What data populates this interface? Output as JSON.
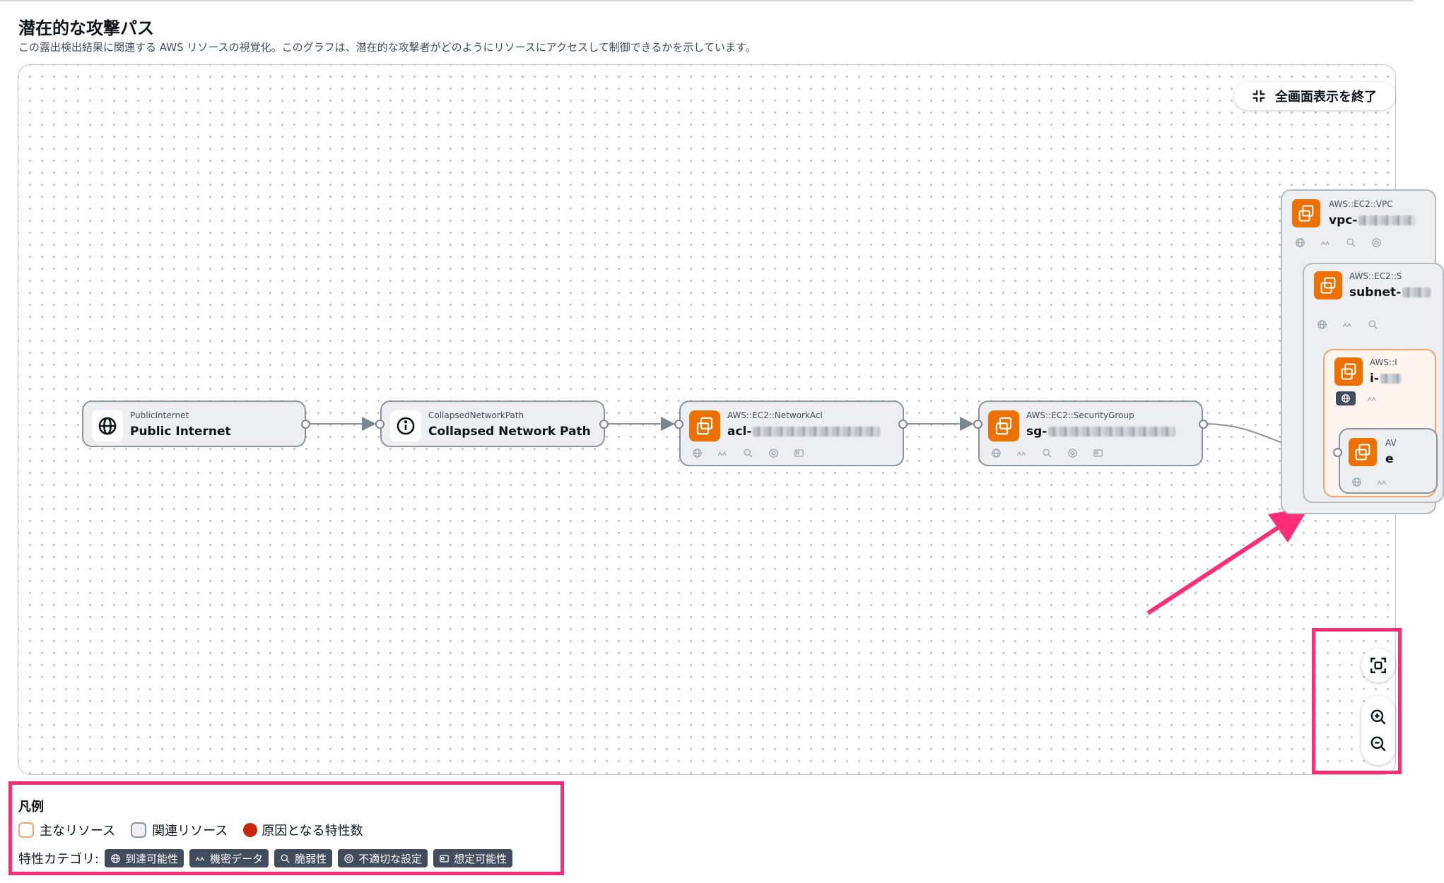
{
  "page": {
    "title": "潜在的な攻撃パス",
    "description": "この露出検出結果に関連する AWS リソースの視覚化。このグラフは、潜在的な攻撃者がどのようにリソースにアクセスして制御できるかを示しています。"
  },
  "toolbar": {
    "exit_fullscreen_label": "全画面表示を終了"
  },
  "nodes": [
    {
      "type": "PublicInternet",
      "name": "Public Internet",
      "icon": "globe-icon"
    },
    {
      "type": "CollapsedNetworkPath",
      "name": "Collapsed Network Path",
      "icon": "info-icon"
    },
    {
      "type": "AWS::EC2::NetworkAcl",
      "name": "acl-",
      "icon": "ec2-resource-icon"
    },
    {
      "type": "AWS::EC2::SecurityGroup",
      "name": "sg-",
      "icon": "ec2-resource-icon"
    }
  ],
  "groups": {
    "vpc": {
      "type": "AWS::EC2::VPC",
      "name": "vpc-"
    },
    "subnet": {
      "type": "AWS::EC2::S",
      "name": "subnet-"
    },
    "instance": {
      "type": "AWS::I",
      "name": "i-"
    },
    "eni": {
      "type": "AV",
      "name": "e"
    }
  },
  "legend": {
    "title": "凡例",
    "primary_resource": "主なリソース",
    "related_resource": "関連リソース",
    "contributing_traits": "原因となる特性数",
    "trait_category_label": "特性カテゴリ:",
    "categories": [
      "到達可能性",
      "機密データ",
      "脆弱性",
      "不適切な設定",
      "想定可能性"
    ]
  },
  "colors": {
    "accent_orange": "#ed7100",
    "highlight_pink": "#ff2d78",
    "trait_red": "#c8250b",
    "chip_dark": "#414d5c"
  }
}
